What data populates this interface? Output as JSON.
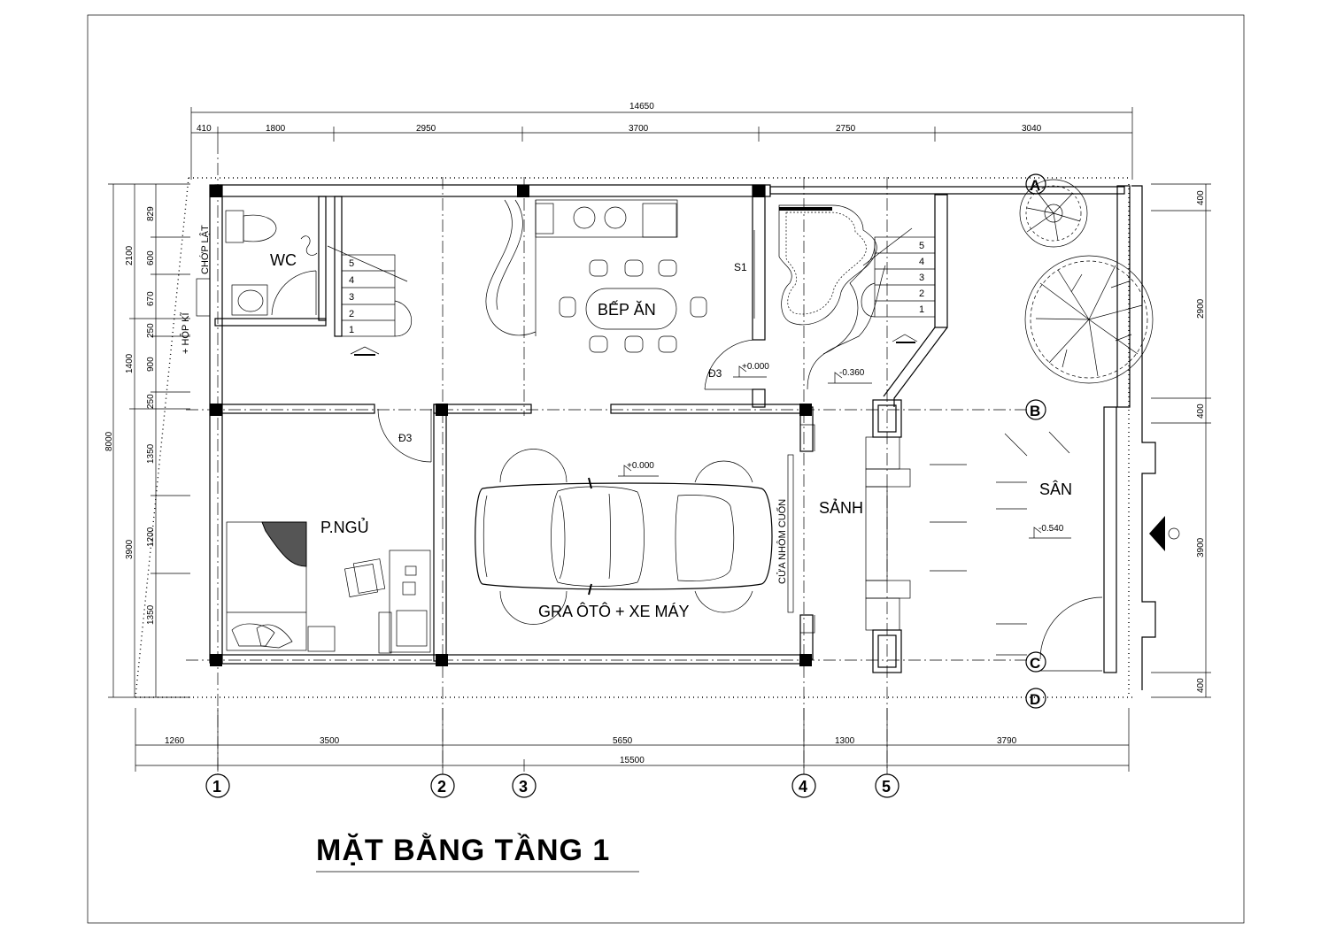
{
  "title": "MẶT BẰNG TẦNG 1",
  "rooms": {
    "wc": "WC",
    "kitchen": "BẾP ĂN",
    "bedroom": "P.NGỦ",
    "garage": "GRA ÔTÔ + XE MÁY",
    "lobby": "SẢNH",
    "yard": "SÂN"
  },
  "labels": {
    "shutter": "CHỚP LẬT",
    "box": "+ HỘP KĨ",
    "roller_door": "CỬA NHÔM CUỐN",
    "window_s1": "S1",
    "door_d3_a": "Đ3",
    "door_d3_b": "Đ3"
  },
  "levels": {
    "kitchen": "+0.000",
    "garage": "+0.000",
    "stair2": "-0.360",
    "yard": "-0.540"
  },
  "stairs": {
    "left": [
      "5",
      "4",
      "3",
      "2",
      "1"
    ],
    "right": [
      "5",
      "4",
      "3",
      "2",
      "1"
    ]
  },
  "grid_axes": {
    "vertical": [
      "1",
      "2",
      "3",
      "4",
      "5"
    ],
    "horizontal": [
      "A",
      "B",
      "C",
      "D"
    ]
  },
  "dimensions": {
    "top_total": "14650",
    "top": [
      "410",
      "1800",
      "2950",
      "3700",
      "2750",
      "3040"
    ],
    "bottom_total": "15500",
    "bottom": [
      "1260",
      "3500",
      "5650",
      "1300",
      "3790"
    ],
    "left_total": "8000",
    "left_mid": [
      "2100",
      "1400",
      "3900"
    ],
    "left_inner": [
      "829",
      "600",
      "670",
      "250",
      "900",
      "250",
      "1350",
      "1200",
      "1350"
    ],
    "right": [
      "400",
      "2900",
      "400",
      "3900",
      "400"
    ]
  }
}
